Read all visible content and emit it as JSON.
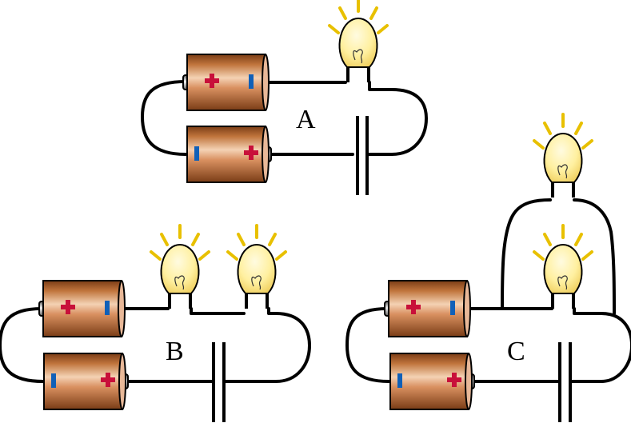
{
  "circuits": [
    {
      "label": "A",
      "bulb_count": 1
    },
    {
      "label": "B",
      "bulb_count": 2
    },
    {
      "label": "C",
      "bulb_count": 2
    }
  ],
  "colors": {
    "battery_light": "#f0c8a8",
    "battery_mid": "#c8783e",
    "battery_dark": "#8a4a20",
    "positive": "#c8103a",
    "negative": "#1060b8",
    "bulb_glass": "#fff0a0",
    "bulb_rays": "#e8c000",
    "wire": "#000000"
  }
}
